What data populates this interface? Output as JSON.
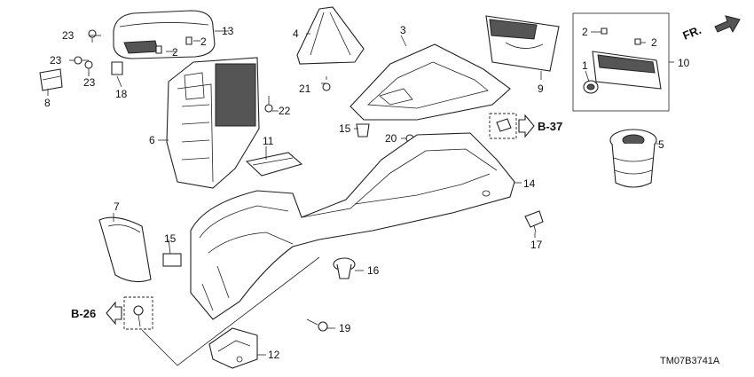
{
  "callouts": {
    "c1": "1",
    "c2a": "2",
    "c2b": "2",
    "c2c": "2",
    "c2d": "2",
    "c3": "3",
    "c4": "4",
    "c5": "5",
    "c6": "6",
    "c7": "7",
    "c8": "8",
    "c9": "9",
    "c10": "10",
    "c11": "11",
    "c12": "12",
    "c13": "13",
    "c14": "14",
    "c15a": "15",
    "c15b": "15",
    "c16": "16",
    "c17": "17",
    "c18": "18",
    "c19": "19",
    "c20": "20",
    "c21": "21",
    "c22": "22",
    "c23a": "23",
    "c23b": "23",
    "c23c": "23"
  },
  "refs": {
    "b37": "B-37",
    "b26": "B-26"
  },
  "front_label": "FR.",
  "drawing_code": "TM07B3741A"
}
